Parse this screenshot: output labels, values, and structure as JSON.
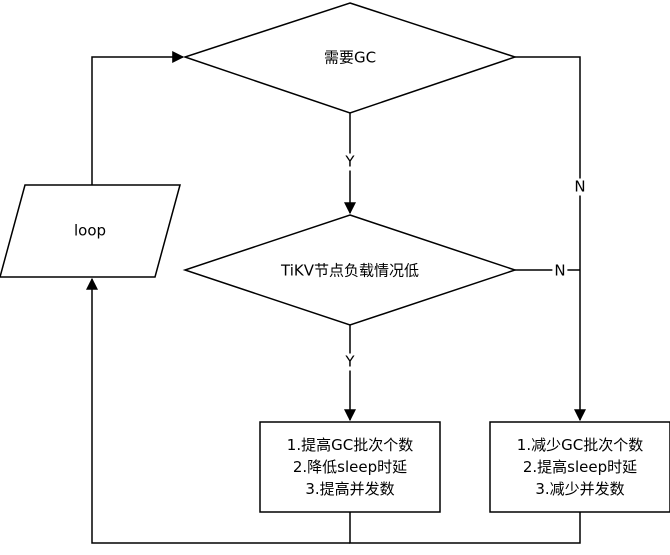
{
  "nodes": {
    "need_gc": {
      "label": "需要GC"
    },
    "tikv_low": {
      "label": "TiKV节点负载情况低"
    },
    "loop": {
      "label": "loop"
    },
    "increase_box": {
      "lines": [
        "1.提高GC批次个数",
        "2.降低sleep时延",
        "3.提高并发数"
      ]
    },
    "decrease_box": {
      "lines": [
        "1.减少GC批次个数",
        "2.提高sleep时延",
        "3.减少并发数"
      ]
    }
  },
  "edges": {
    "need_gc_yes": "Y",
    "need_gc_no": "N",
    "tikv_low_yes": "Y",
    "tikv_low_no": "N"
  }
}
